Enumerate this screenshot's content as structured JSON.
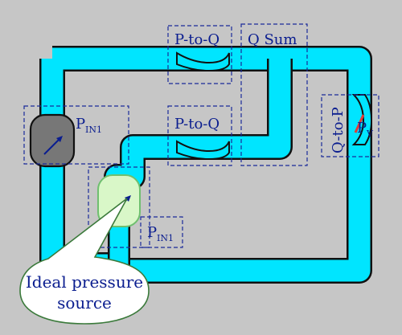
{
  "colors": {
    "background": "#c6c6c6",
    "fluid": "#00e5ff",
    "pipe_outline": "#111111",
    "label": "#0a1d8f",
    "dashed_box": "#1a2a9a",
    "source_fill": "#d9f7c8",
    "source_stroke": "#6fbf6f",
    "inlet_block": "#777777",
    "callout_fill": "#ffffff",
    "callout_stroke": "#3b7a3b",
    "valve_mark": "#e53935"
  },
  "labels": {
    "p_to_q_top": "P-to-Q",
    "p_to_q_mid": "P-to-Q",
    "q_sum": "Q Sum",
    "q_to_p": "Q-to-P",
    "pin1_left_base": "P",
    "pin1_left_sub": "IN1",
    "pin1_bottom_base": "P",
    "pin1_bottom_sub": "IN1",
    "pv_base": "P",
    "pv_sub": "V"
  },
  "callout": {
    "line1": "Ideal pressure",
    "line2": "source"
  },
  "icons": {
    "inlet_block": "pressure-gauge-icon",
    "ideal_source": "pressure-source-icon",
    "valve": "valve-icon"
  }
}
